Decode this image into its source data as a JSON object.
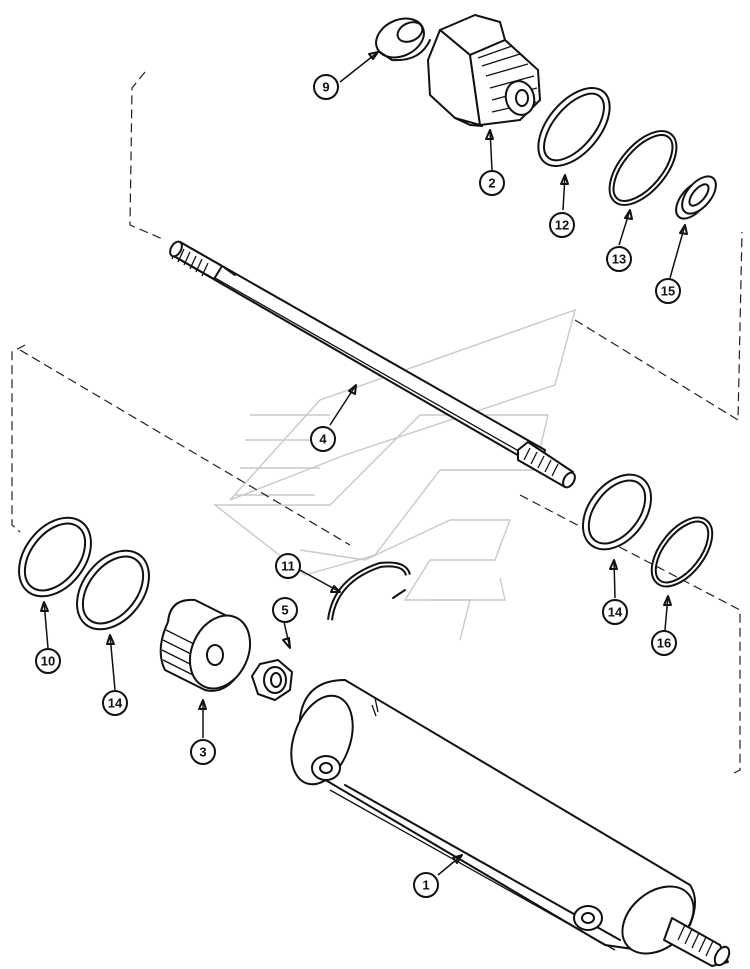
{
  "callouts": [
    {
      "id": "9",
      "label": "9"
    },
    {
      "id": "2",
      "label": "2"
    },
    {
      "id": "12",
      "label": "12"
    },
    {
      "id": "13",
      "label": "13"
    },
    {
      "id": "15",
      "label": "15"
    },
    {
      "id": "4",
      "label": "4"
    },
    {
      "id": "11",
      "label": "11"
    },
    {
      "id": "5",
      "label": "5"
    },
    {
      "id": "14a",
      "label": "14"
    },
    {
      "id": "16",
      "label": "16"
    },
    {
      "id": "10",
      "label": "10"
    },
    {
      "id": "14b",
      "label": "14"
    },
    {
      "id": "3",
      "label": "3"
    },
    {
      "id": "1",
      "label": "1"
    }
  ]
}
